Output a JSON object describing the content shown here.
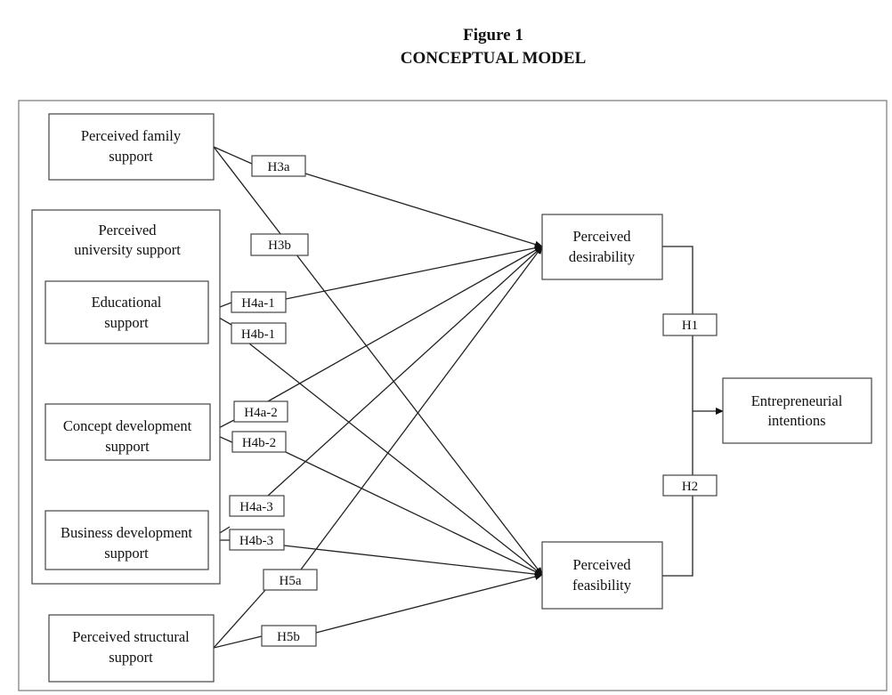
{
  "figure": {
    "number": "Figure 1",
    "title": "CONCEPTUAL MODEL"
  },
  "boxes": {
    "family": [
      "Perceived family",
      "support"
    ],
    "university_group": [
      "Perceived",
      "university support"
    ],
    "educational": [
      "Educational",
      "support"
    ],
    "concept": [
      "Concept development",
      "support"
    ],
    "business": [
      "Business development",
      "support"
    ],
    "structural": [
      "Perceived structural",
      "support"
    ],
    "desirability": [
      "Perceived",
      "desirability"
    ],
    "feasibility": [
      "Perceived",
      "feasibility"
    ],
    "intentions": [
      "Entrepreneurial",
      "intentions"
    ]
  },
  "hypotheses": {
    "h3a": "H3a",
    "h3b": "H3b",
    "h4a1": "H4a-1",
    "h4b1": "H4b-1",
    "h4a2": "H4a-2",
    "h4b2": "H4b-2",
    "h4a3": "H4a-3",
    "h4b3": "H4b-3",
    "h5a": "H5a",
    "h5b": "H5b",
    "h1": "H1",
    "h2": "H2"
  }
}
